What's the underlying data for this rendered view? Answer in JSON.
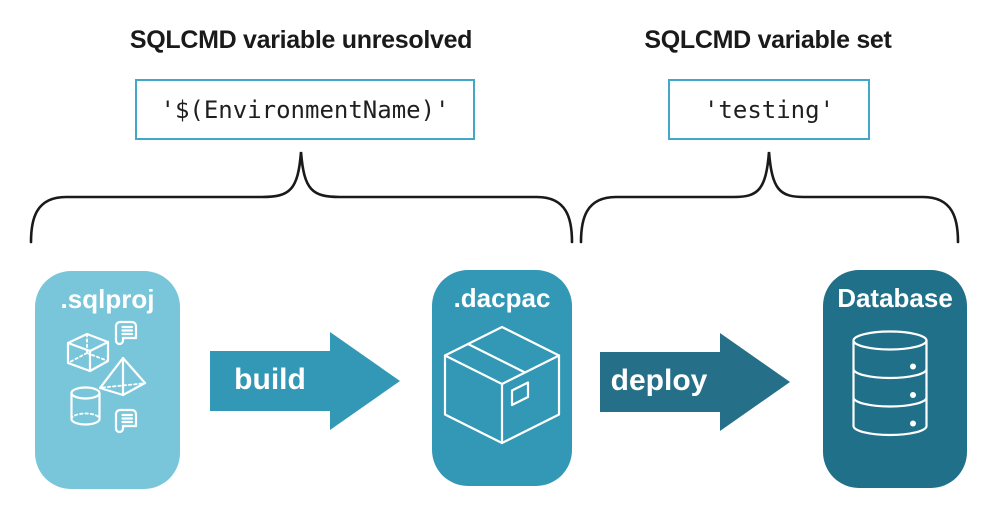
{
  "annotations": {
    "unresolved": {
      "title": "SQLCMD variable unresolved",
      "code": "'$(EnvironmentName)'"
    },
    "set": {
      "title": "SQLCMD variable set",
      "code": "'testing'"
    }
  },
  "pipeline": {
    "nodes": [
      {
        "id": "sqlproj",
        "label": ".sqlproj",
        "icon": "sql-objects-icon",
        "color": "#79c6da"
      },
      {
        "id": "dacpac",
        "label": ".dacpac",
        "icon": "package-icon",
        "color": "#3298b6"
      },
      {
        "id": "database",
        "label": "Database",
        "icon": "database-icon",
        "color": "#20708a"
      }
    ],
    "arrows": [
      {
        "id": "build",
        "label": "build",
        "color": "#3298b6"
      },
      {
        "id": "deploy",
        "label": "deploy",
        "color": "#256f88"
      }
    ]
  },
  "colors": {
    "background": "#ffffff",
    "heading_text": "#1a1a1a",
    "code_text": "#1f1f1f",
    "code_border": "#42a7c8",
    "brace_stroke": "#1a1a1a",
    "node_label_text": "#ffffff",
    "icon_stroke": "#ffffff"
  }
}
